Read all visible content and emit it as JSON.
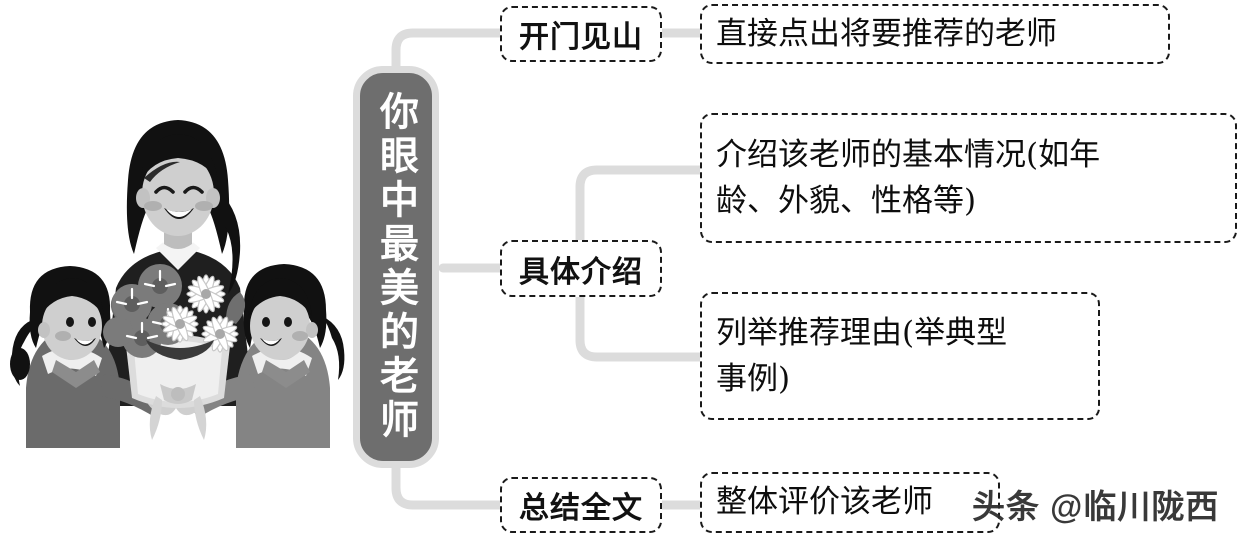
{
  "diagram": {
    "type": "mind-map",
    "title": "你眼中最美的老师",
    "central_node": {
      "label": "你眼中最美的老师",
      "orientation": "vertical",
      "fill_color": "#6e6e6e",
      "text_color": "#ffffff",
      "border_color": "#dcdcdc"
    },
    "connector_color": "#dcdcdc",
    "branches": [
      {
        "label": "开门见山",
        "details": [
          {
            "lines": [
              "直接点出将要推荐的老师"
            ]
          }
        ]
      },
      {
        "label": "具体介绍",
        "details": [
          {
            "lines": [
              "介绍该老师的基本情况(如年",
              "龄、外貌、性格等)"
            ]
          },
          {
            "lines": [
              "列举推荐理由(举典型",
              "事例)"
            ]
          }
        ]
      },
      {
        "label": "总结全文",
        "details": [
          {
            "lines": [
              "整体评价该老师"
            ]
          }
        ]
      }
    ],
    "illustration": {
      "name": "teacher-with-students-bouquet-illustration",
      "description": "黑白插画：老师与两名学生捧着花束"
    },
    "watermark": {
      "text": "头条 @临川陇西"
    }
  }
}
